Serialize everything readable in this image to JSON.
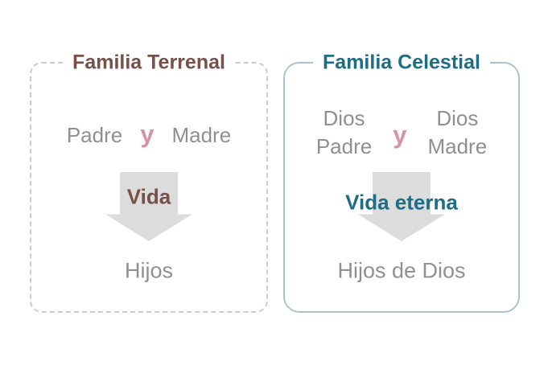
{
  "colors": {
    "background": "#ffffff",
    "terrenal_title": "#765049",
    "celestial_title": "#1e6d84",
    "gray_text": "#8e9093",
    "pink_y": "#d893a3",
    "arrow_fill": "#dcdcdc",
    "dashed_border": "#cccccc",
    "solid_border": "#abc3d0"
  },
  "terrenal": {
    "title": "Familia Terrenal",
    "father": "Padre",
    "conjunction": "y",
    "mother": "Madre",
    "arrow_label": "Vida",
    "result": "Hijos"
  },
  "celestial": {
    "title": "Familia Celestial",
    "father_line1": "Dios",
    "father_line2": "Padre",
    "conjunction": "y",
    "mother_line1": "Dios",
    "mother_line2": "Madre",
    "arrow_label": "Vida eterna",
    "result": "Hijos de Dios"
  }
}
